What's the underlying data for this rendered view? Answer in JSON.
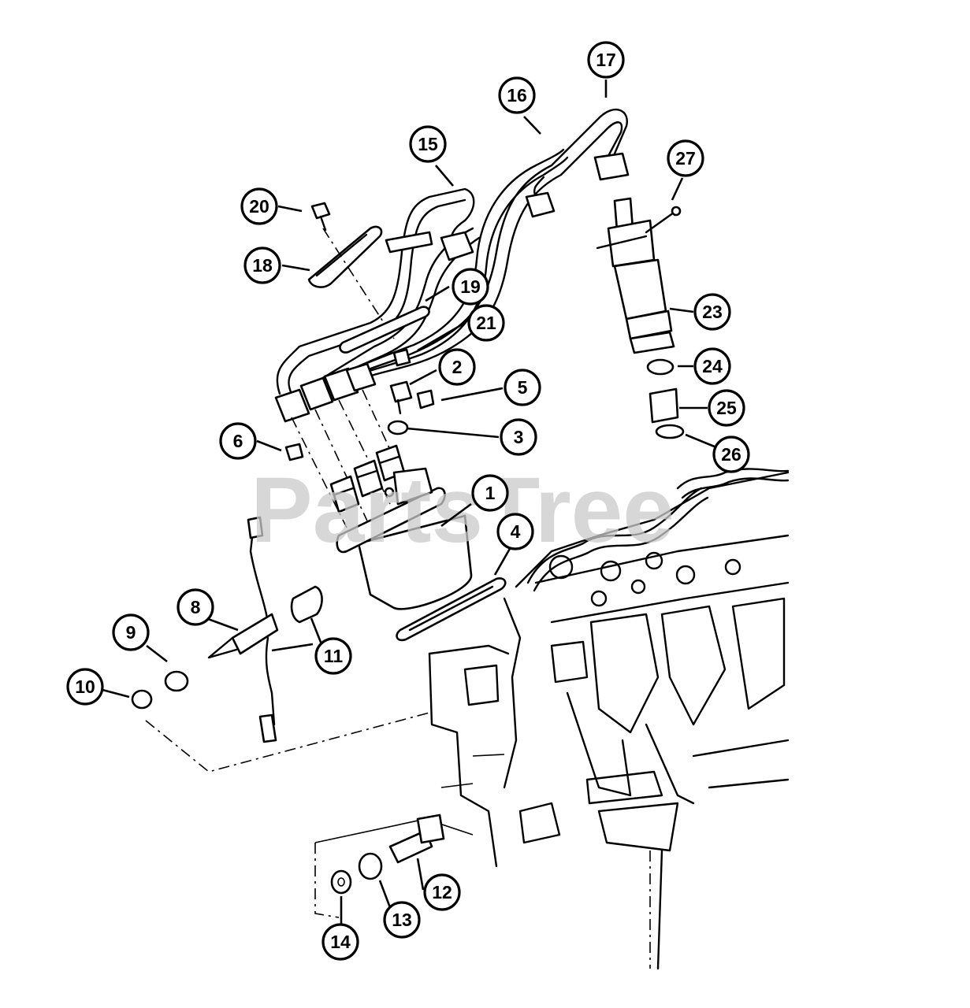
{
  "watermark": "PartsTree",
  "colors": {
    "ink": "#000000",
    "paper": "#ffffff",
    "watermark": "#c9c9c9"
  },
  "callouts": [
    {
      "id": "1",
      "label": "1"
    },
    {
      "id": "2",
      "label": "2"
    },
    {
      "id": "3",
      "label": "3"
    },
    {
      "id": "4",
      "label": "4"
    },
    {
      "id": "5",
      "label": "5"
    },
    {
      "id": "6",
      "label": "6"
    },
    {
      "id": "8",
      "label": "8"
    },
    {
      "id": "9",
      "label": "9"
    },
    {
      "id": "10",
      "label": "10"
    },
    {
      "id": "11",
      "label": "11"
    },
    {
      "id": "12",
      "label": "12"
    },
    {
      "id": "13",
      "label": "13"
    },
    {
      "id": "14",
      "label": "14"
    },
    {
      "id": "15",
      "label": "15"
    },
    {
      "id": "16",
      "label": "16"
    },
    {
      "id": "17",
      "label": "17"
    },
    {
      "id": "18",
      "label": "18"
    },
    {
      "id": "19",
      "label": "19"
    },
    {
      "id": "20",
      "label": "20"
    },
    {
      "id": "21",
      "label": "21"
    },
    {
      "id": "23",
      "label": "23"
    },
    {
      "id": "24",
      "label": "24"
    },
    {
      "id": "25",
      "label": "25"
    },
    {
      "id": "26",
      "label": "26"
    },
    {
      "id": "27",
      "label": "27"
    }
  ]
}
